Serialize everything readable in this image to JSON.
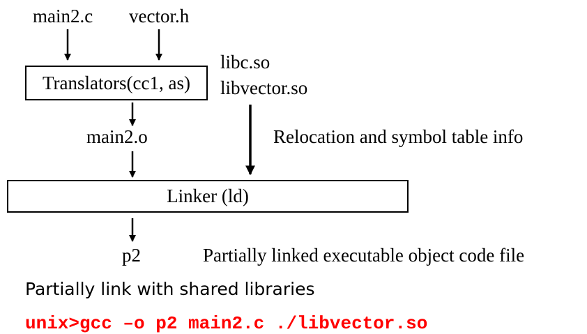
{
  "inputs": {
    "source": "main2.c",
    "header": "vector.h"
  },
  "translators": {
    "label": "Translators(cc1, as)"
  },
  "libraries": {
    "libc": "libc.so",
    "libvector": "libvector.so"
  },
  "object_file": "main2.o",
  "relocation_note": "Relocation and symbol table info",
  "linker": {
    "label": "Linker (ld)"
  },
  "output": {
    "name": "p2",
    "description": "Partially linked executable object code file"
  },
  "caption": "Partially link with shared libraries",
  "command": "unix>gcc –o p2 main2.c ./libvector.so",
  "colors": {
    "command": "#ff0000",
    "text": "#000000"
  }
}
